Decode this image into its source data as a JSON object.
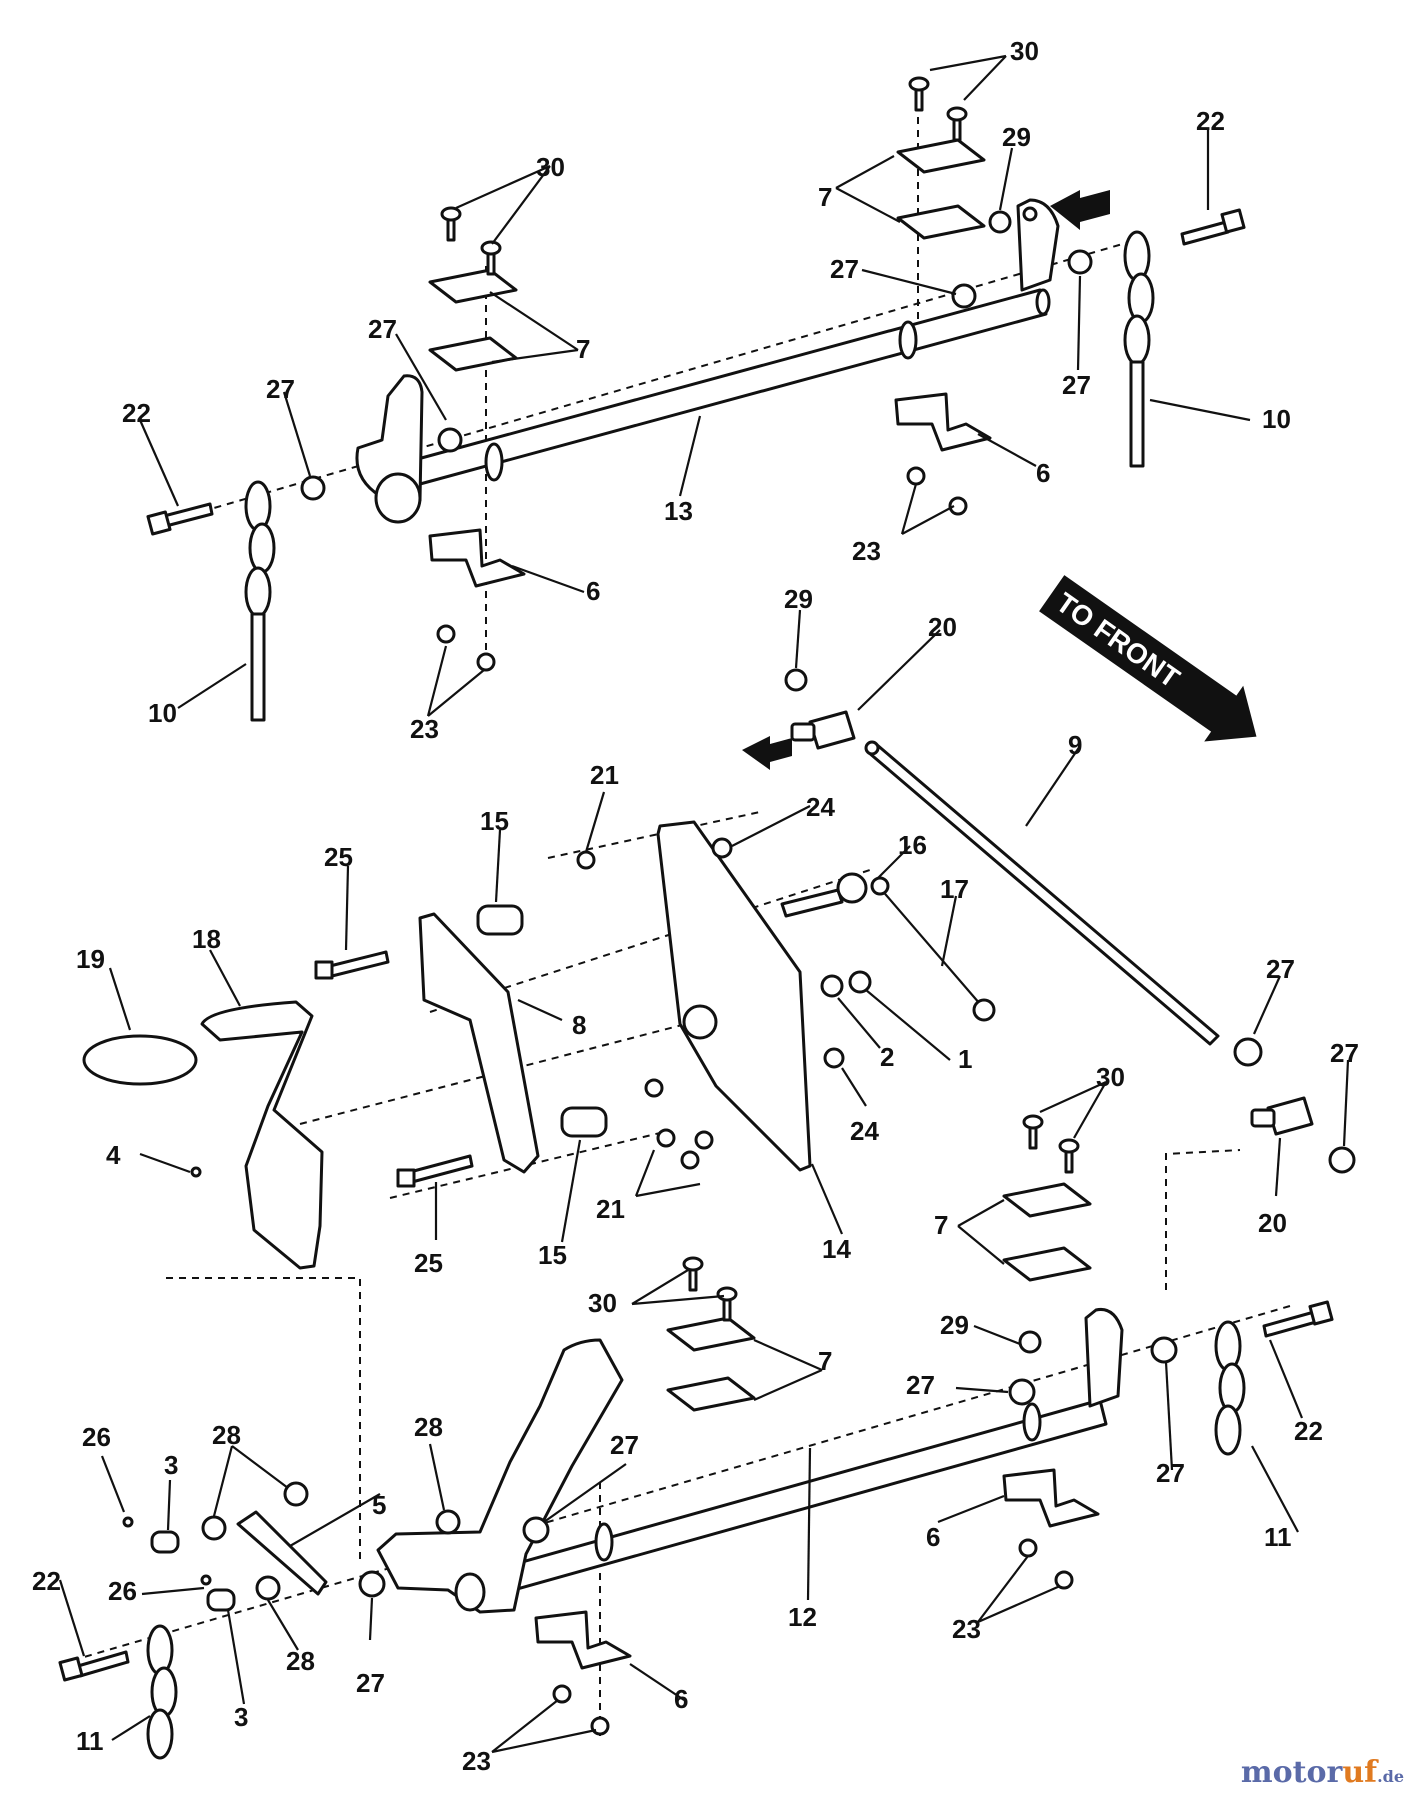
{
  "direction_label": "TO FRONT",
  "watermark": {
    "main": "motor",
    "accent": "uf",
    "suffix": ".de"
  },
  "callouts": {
    "c30a": "30",
    "c22a": "22",
    "c29a": "29",
    "c7a": "7",
    "c27a": "27",
    "c27b": "27",
    "c10a": "10",
    "c6a": "6",
    "c23a": "23",
    "c30b": "30",
    "c7b": "7",
    "c27c": "27",
    "c27d": "27",
    "c22b": "22",
    "c13": "13",
    "c6b": "6",
    "c10b": "10",
    "c23b": "23",
    "c29b": "29",
    "c20a": "20",
    "c9": "9",
    "c21a": "21",
    "c24a": "24",
    "c15a": "15",
    "c25a": "25",
    "c16": "16",
    "c17": "17",
    "c19": "19",
    "c18": "18",
    "c8": "8",
    "c2": "2",
    "c1": "1",
    "c27e": "27",
    "c27f": "27",
    "c30c": "30",
    "c4": "4",
    "c24b": "24",
    "c7c": "7",
    "c20b": "20",
    "c21b": "21",
    "c15b": "15",
    "c25b": "25",
    "c14": "14",
    "c30d": "30",
    "c7d": "7",
    "c29c": "29",
    "c27g": "27",
    "c22c": "22",
    "c26a": "26",
    "c28a": "28",
    "c28b": "28",
    "c27h": "27",
    "c3a": "3",
    "c5": "5",
    "c6c": "6",
    "c27i": "27",
    "c11a": "11",
    "c22d": "22",
    "c26b": "26",
    "c12": "12",
    "c23c": "23",
    "c28c": "28",
    "c27j": "27",
    "c3b": "3",
    "c11b": "11",
    "c6d": "6",
    "c23d": "23"
  }
}
